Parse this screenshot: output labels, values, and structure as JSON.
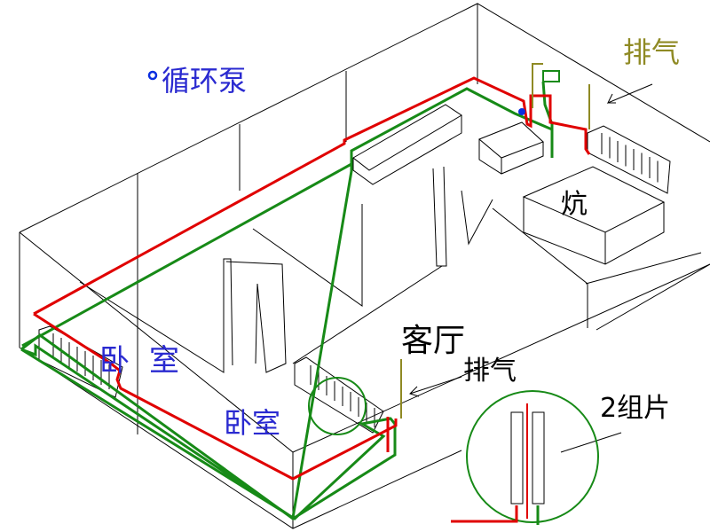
{
  "colors": {
    "outline": "#000000",
    "supply_pipe": "#e00000",
    "return_pipe": "#178a17",
    "label_blue": "#2a2ad0",
    "label_olive": "#8f8a24",
    "pump_dot": "#0a2ee0"
  },
  "labels": {
    "pump": "循环泵",
    "exhaust_top": "排气",
    "kang": "炕",
    "living_room": "客厅",
    "exhaust_mid": "排气",
    "bedroom_1": "卧室",
    "bedroom_2": "卧室",
    "two_fins": "2组片"
  }
}
